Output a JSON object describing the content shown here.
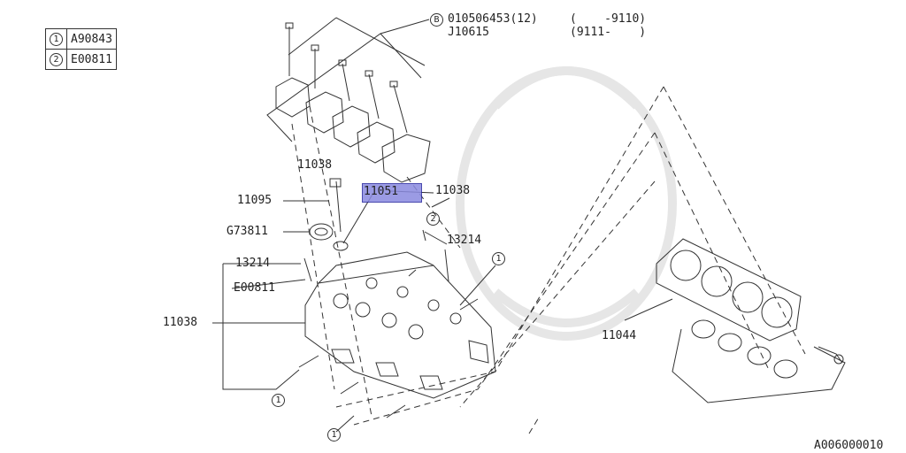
{
  "legend": [
    {
      "num": "1",
      "code": "A90843"
    },
    {
      "num": "2",
      "code": "E00811"
    }
  ],
  "header": {
    "bolt_symbol": "B",
    "bolt_code": "010506453(12)",
    "bolt_range": "(    -9110)",
    "alt_code": "J10615",
    "alt_range": "(9111-    )"
  },
  "labels": {
    "p11038_top": "11038",
    "p11051": "11051",
    "p11038_mid": "11038",
    "p11095": "11095",
    "pG73811": "G73811",
    "p13214_right": "13214",
    "p13214_left": "13214",
    "pE00811": "E00811",
    "p11038_head": "11038",
    "p11044": "11044",
    "callout_2": "2",
    "callout_1a": "1",
    "callout_1b": "1",
    "callout_1c": "1"
  },
  "footer": {
    "ref": "A006000010"
  },
  "colors": {
    "highlight": "#8a8ae0",
    "ink": "#222222"
  }
}
